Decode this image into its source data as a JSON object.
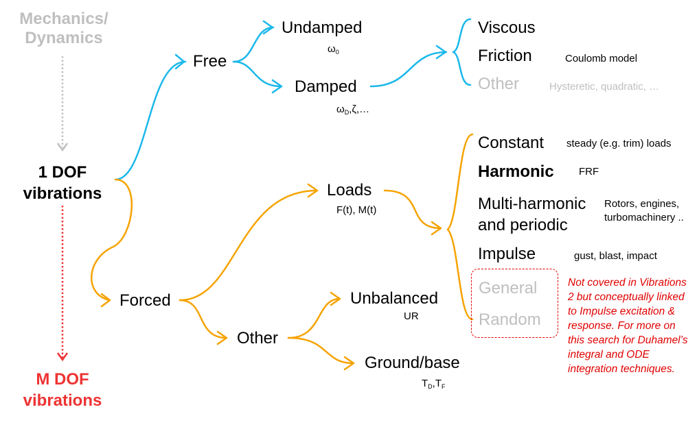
{
  "nodes": {
    "mechanics": "Mechanics/\nDynamics",
    "one_dof": "1 DOF\nvibrations",
    "m_dof": "M DOF\nvibrations",
    "free": "Free",
    "forced": "Forced",
    "undamped": "Undamped",
    "damped": "Damped",
    "loads": "Loads",
    "other_forced": "Other",
    "unbalanced": "Unbalanced",
    "ground_base": "Ground/base",
    "viscous": "Viscous",
    "friction": "Friction",
    "other_damping": "Other",
    "constant": "Constant",
    "harmonic": "Harmonic",
    "multi_harmonic": "Multi-harmonic\nand periodic",
    "impulse": "Impulse",
    "general": "General",
    "random": "Random"
  },
  "annotations": {
    "undamped_param": "ω",
    "undamped_param_sub": "0",
    "damped_param": "ω",
    "damped_param_sub": "D",
    "damped_param_rest": ",ζ,…",
    "loads_param": "F(t), M(t)",
    "unbalanced_param": "UR",
    "ground_param_t1": "T",
    "ground_param_s1": "D",
    "ground_param_t2": ",T",
    "ground_param_s2": "F",
    "friction_note": "Coulomb model",
    "other_damping_note": "Hysteretic, quadratic, …",
    "constant_note": "steady (e.g. trim) loads",
    "harmonic_note": "FRF",
    "multi_note": "Rotors, engines,\nturbomachinery ..",
    "impulse_note": "gust, blast, impact"
  },
  "side_note": "Not covered in Vibrations 2 but conceptually linked to Impulse excitation & response. For more on this search for Duhamel’s integral and ODE integration techniques.",
  "colors": {
    "free_branch": "#1ab8ea",
    "forced_branch": "#f5a300",
    "mechanics_arrow": "#bfbfbf",
    "mdof_arrow": "#ee3333",
    "note_red": "#e00000",
    "muted_text": "#bfbfbf"
  }
}
